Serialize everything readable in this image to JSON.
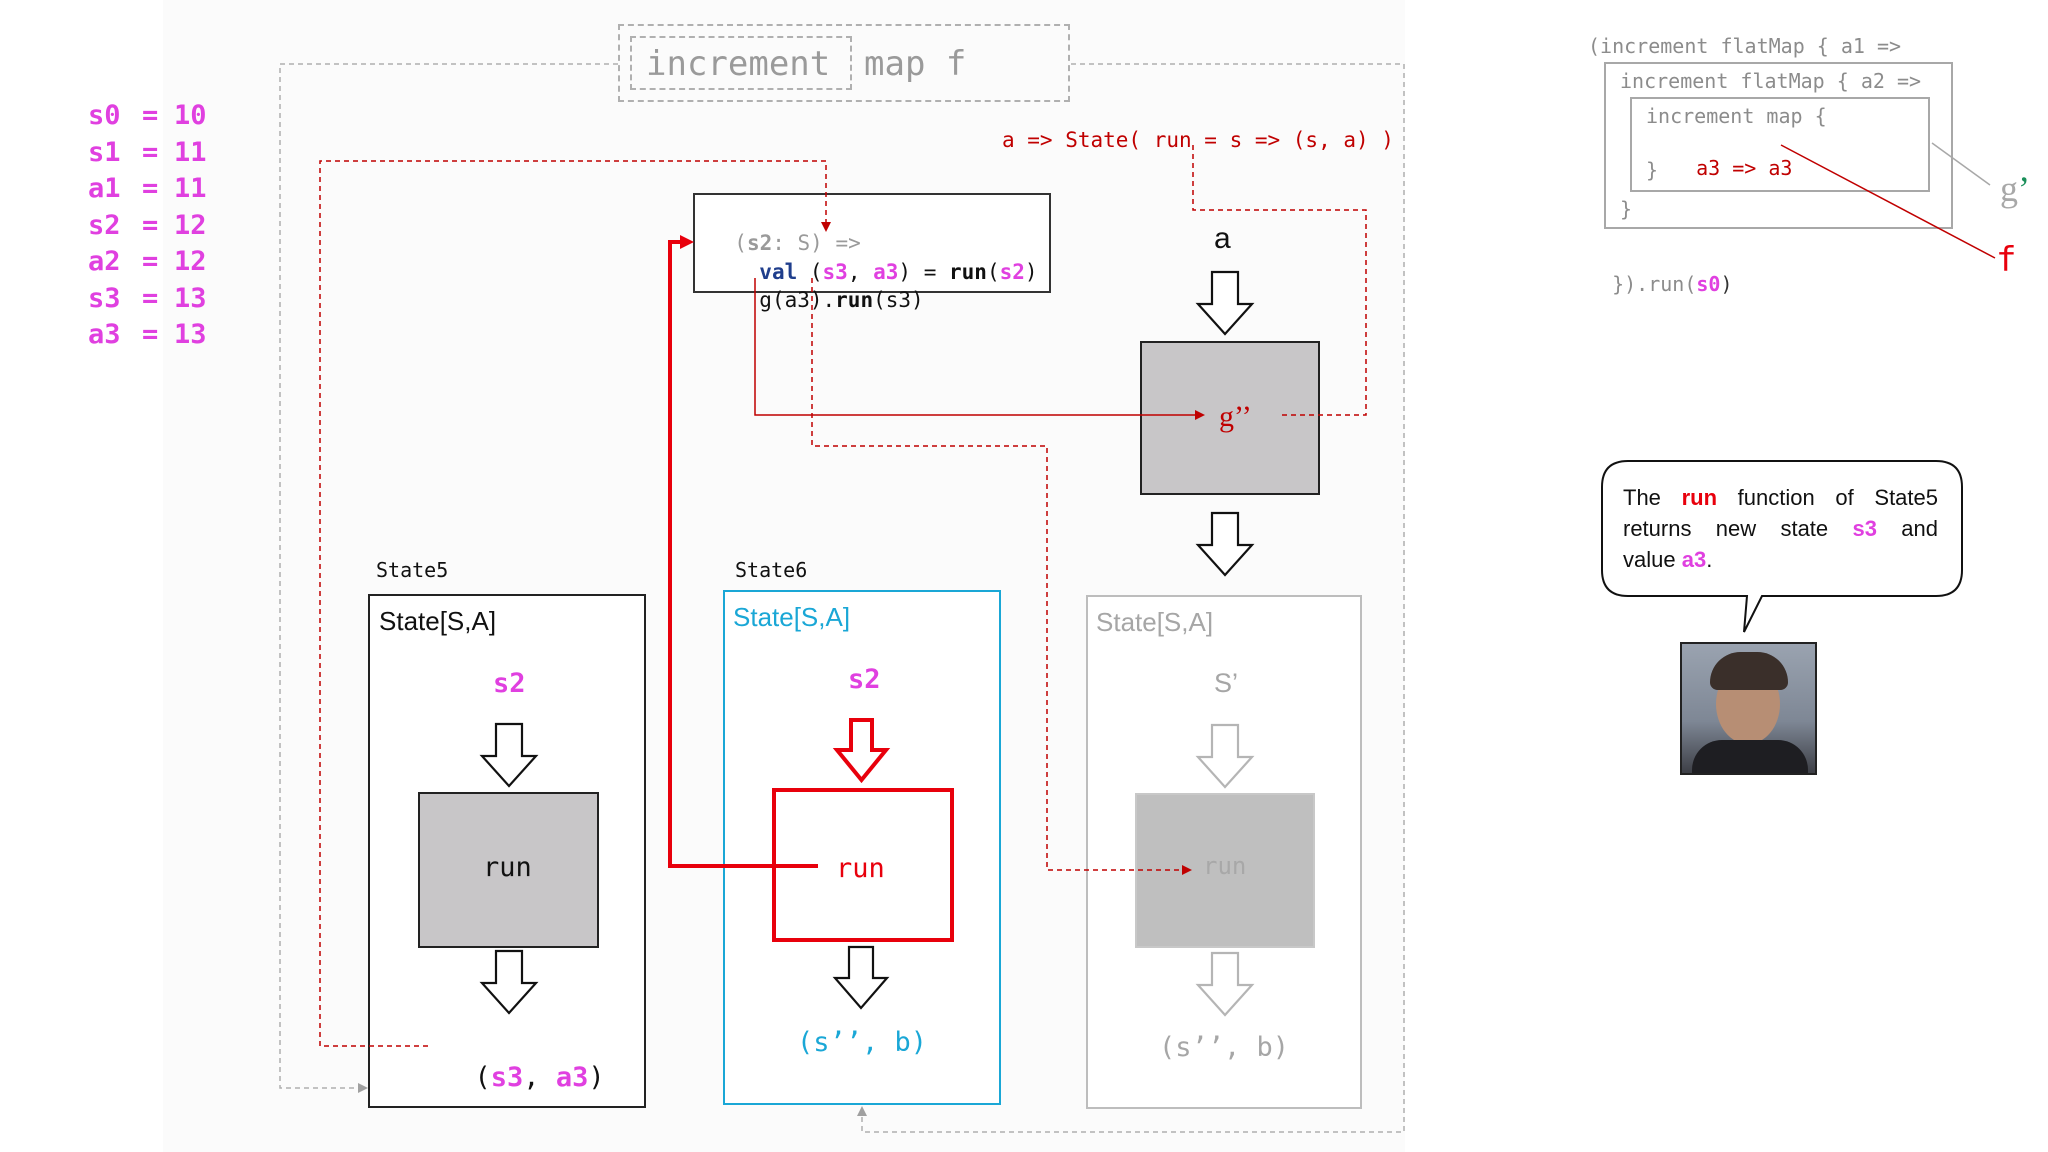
{
  "variables": [
    {
      "name": "s0",
      "eq": "=",
      "value": "10"
    },
    {
      "name": "s1",
      "eq": "=",
      "value": "11"
    },
    {
      "name": "a1",
      "eq": "=",
      "value": "11"
    },
    {
      "name": "s2",
      "eq": "=",
      "value": "12"
    },
    {
      "name": "a2",
      "eq": "=",
      "value": "12"
    },
    {
      "name": "s3",
      "eq": "=",
      "value": "13"
    },
    {
      "name": "a3",
      "eq": "=",
      "value": "13"
    }
  ],
  "header": {
    "increment": "increment",
    "map_f": "map f"
  },
  "lambda_code": {
    "line1_prefix": "(",
    "line1_param": "s2",
    "line1_suffix": ": S) =>",
    "line2_kw": "val",
    "line2_open": " (",
    "line2_s3": "s3",
    "line2_comma": ", ",
    "line2_a3": "a3",
    "line2_mid": ") = ",
    "line2_run": "run",
    "line2_arg_open": "(",
    "line2_s2": "s2",
    "line2_close": ")",
    "line3_a": "g(a3).",
    "line3_run": "run",
    "line3_b": "(s3)"
  },
  "state_def": "a => State( run = s => (s, a) )",
  "g_flow": {
    "input": "a",
    "label": "g’’"
  },
  "state5": {
    "title": "State5",
    "type": "State[S,A]",
    "input": "s2",
    "fn": "run",
    "out_open": "(",
    "out_s3": "s3",
    "out_comma": ", ",
    "out_a3": "a3",
    "out_close": ")"
  },
  "state6": {
    "title": "State6",
    "type": "State[S,A]",
    "input": "s2",
    "fn": "run",
    "output": "(s’’, b)"
  },
  "state7": {
    "type": "State[S,A]",
    "input": "S’",
    "fn": "run",
    "output": "(s’’, b)"
  },
  "right_code": {
    "l1": "(increment flatMap { a1 =>",
    "l2": "increment flatMap { a2 =>",
    "l3": "increment map {",
    "l4_a": "a3",
    "l4_b": " => ",
    "l4_c": "a3",
    "l5": "}",
    "l6": "}",
    "l7_a": "}).run(",
    "l7_b": "s0",
    "l7_c": ")",
    "g_prime": "g",
    "g_prime_mark": "’",
    "f_label": "f"
  },
  "bubble": {
    "line1_a": "The ",
    "line1_run": "run",
    "line1_b": " function of State5",
    "line2_a": "returns new state ",
    "line2_s3": "s3",
    "line2_b": " and",
    "line3_a": "value ",
    "line3_a3": "a3",
    "line3_b": "."
  },
  "colors": {
    "magenta": "#e040e0",
    "red": "#c00000",
    "bright_red": "#e8000c",
    "blue": "#1aa7d6",
    "gray_fill": "#bfbfbf",
    "dark_fill": "#c8c6c8"
  },
  "icons": [
    "down-arrow-icon",
    "flow-arrow-icon",
    "presenter-photo"
  ]
}
